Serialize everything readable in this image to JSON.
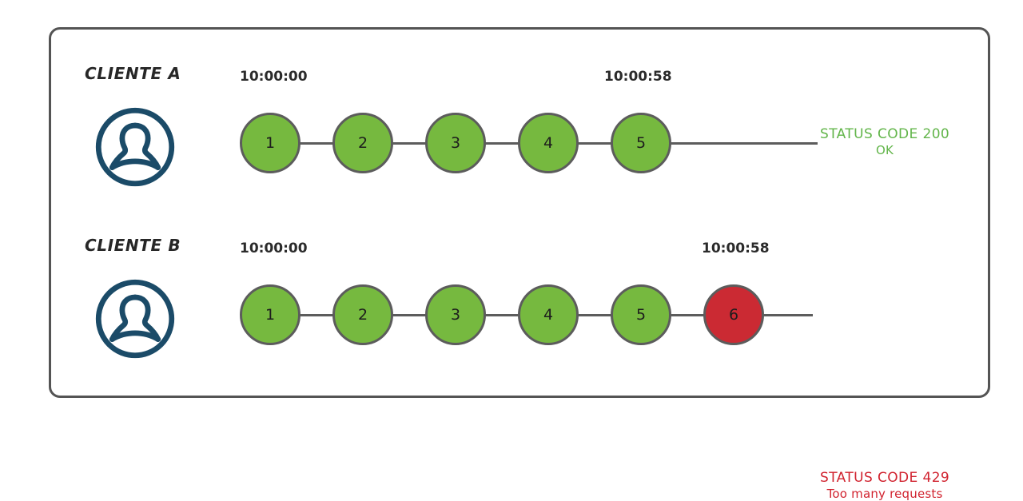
{
  "diagram": {
    "title_context": "Rate limiting request sequence",
    "frame_border_color": "#545454",
    "node_ok_color": "#76b93f",
    "node_fail_color": "#cb2a33",
    "node_stroke_color": "#5c5c5c",
    "avatar_color": "#1b4b68",
    "status_ok_color": "#62b54a",
    "status_fail_color": "#d1232f"
  },
  "rows": [
    {
      "client_label": "CLIENTE A",
      "avatar_icon": "user-avatar-icon",
      "timestamp_start": "10:00:00",
      "timestamp_end": "10:00:58",
      "nodes": [
        {
          "number": "1",
          "state": "ok"
        },
        {
          "number": "2",
          "state": "ok"
        },
        {
          "number": "3",
          "state": "ok"
        },
        {
          "number": "4",
          "state": "ok"
        },
        {
          "number": "5",
          "state": "ok"
        }
      ],
      "status_line1": "STATUS CODE 200",
      "status_line2": "OK"
    },
    {
      "client_label": "CLIENTE B",
      "avatar_icon": "user-avatar-icon",
      "timestamp_start": "10:00:00",
      "timestamp_end": "10:00:58",
      "nodes": [
        {
          "number": "1",
          "state": "ok"
        },
        {
          "number": "2",
          "state": "ok"
        },
        {
          "number": "3",
          "state": "ok"
        },
        {
          "number": "4",
          "state": "ok"
        },
        {
          "number": "5",
          "state": "ok"
        },
        {
          "number": "6",
          "state": "fail"
        }
      ],
      "status_line1": "STATUS CODE 429",
      "status_line2": "Too many requests"
    }
  ]
}
